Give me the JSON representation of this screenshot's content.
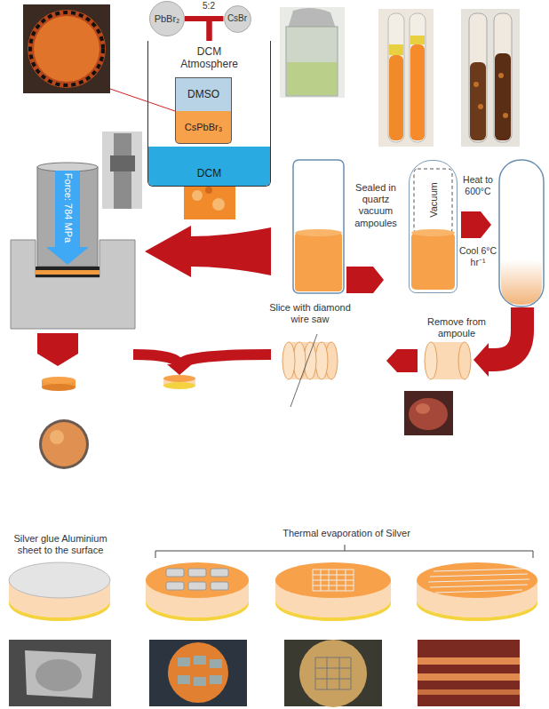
{
  "diagram": {
    "nodes": [
      {
        "text": [
          "PbBr₂"
        ]
      },
      {
        "text": [
          "CsBr"
        ]
      },
      {
        "text": [
          "DCM Atmosphere"
        ]
      },
      {
        "text": [
          "DMSO"
        ],
        "in": 2
      },
      {
        "text": [
          "CsPbBr₃"
        ],
        "in": 2
      },
      {
        "text": [
          "DCM"
        ],
        "in": 2
      },
      {
        "text": [
          "Vacuum"
        ]
      }
    ],
    "edges": [
      {
        "from": 0,
        "to": 2,
        "arrow": "none"
      },
      {
        "from": 1,
        "to": 2,
        "arrow": "none"
      }
    ],
    "labels": [
      "5:2",
      "Force: 784 MPa",
      "Sealed in quartz vacuum ampoules",
      "Heat to 600°C",
      "Cool 6°C hr⁻¹",
      "Remove from ampoule",
      "Slice with diamond wire saw",
      "Silver glue Aluminium sheet to the surface",
      "Thermal evaporation of Silver"
    ]
  }
}
